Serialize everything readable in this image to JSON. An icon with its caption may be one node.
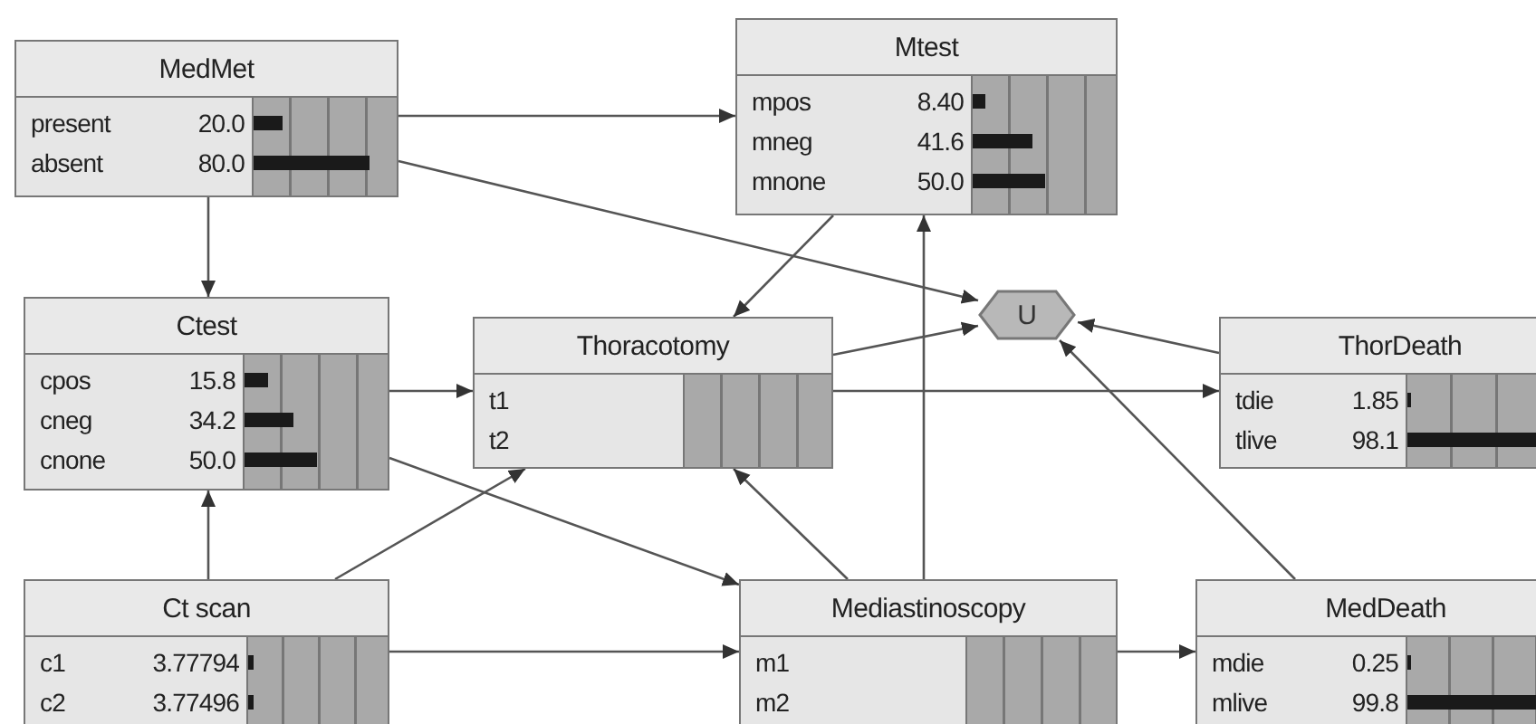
{
  "diagram": {
    "nodes": [
      {
        "text": [
          "MedMet",
          "present",
          "20.0",
          "absent",
          "80.0"
        ]
      },
      {
        "text": [
          "Mtest",
          "mpos",
          "8.40",
          "mneg",
          "41.6",
          "mnone",
          "50.0"
        ]
      },
      {
        "text": [
          "Ctest",
          "cpos",
          "15.8",
          "cneg",
          "34.2",
          "cnone",
          "50.0"
        ]
      },
      {
        "text": [
          "Thoracotomy",
          "t1",
          "t2"
        ]
      },
      {
        "text": [
          "U"
        ]
      },
      {
        "text": [
          "ThorDeath",
          "tdie",
          "1.85",
          "tlive",
          "98.1"
        ]
      },
      {
        "text": [
          "Ct scan",
          "c1",
          "3.77794",
          "c2",
          "3.77496"
        ]
      },
      {
        "text": [
          "Mediastinoscopy",
          "m1",
          "m2"
        ]
      },
      {
        "text": [
          "MedDeath",
          "mdie",
          "0.25",
          "mlive",
          "99.8"
        ]
      }
    ],
    "edges": [
      {
        "from": 0,
        "to": 1,
        "arrow": "to"
      },
      {
        "from": 0,
        "to": 4,
        "arrow": "to"
      },
      {
        "from": 0,
        "to": 2,
        "arrow": "to"
      },
      {
        "from": 1,
        "to": 3,
        "arrow": "to"
      },
      {
        "from": 2,
        "to": 3,
        "arrow": "to"
      },
      {
        "from": 2,
        "to": 7,
        "arrow": "to"
      },
      {
        "from": 6,
        "to": 2,
        "arrow": "to"
      },
      {
        "from": 6,
        "to": 3,
        "arrow": "to"
      },
      {
        "from": 6,
        "to": 7,
        "arrow": "to"
      },
      {
        "from": 3,
        "to": 4,
        "arrow": "to"
      },
      {
        "from": 3,
        "to": 5,
        "arrow": "to"
      },
      {
        "from": 7,
        "to": 3,
        "arrow": "to"
      },
      {
        "from": 7,
        "to": 1,
        "arrow": "to"
      },
      {
        "from": 5,
        "to": 4,
        "arrow": "to"
      },
      {
        "from": 8,
        "to": 4,
        "arrow": "to"
      },
      {
        "from": 7,
        "to": 8,
        "arrow": "to"
      }
    ]
  }
}
